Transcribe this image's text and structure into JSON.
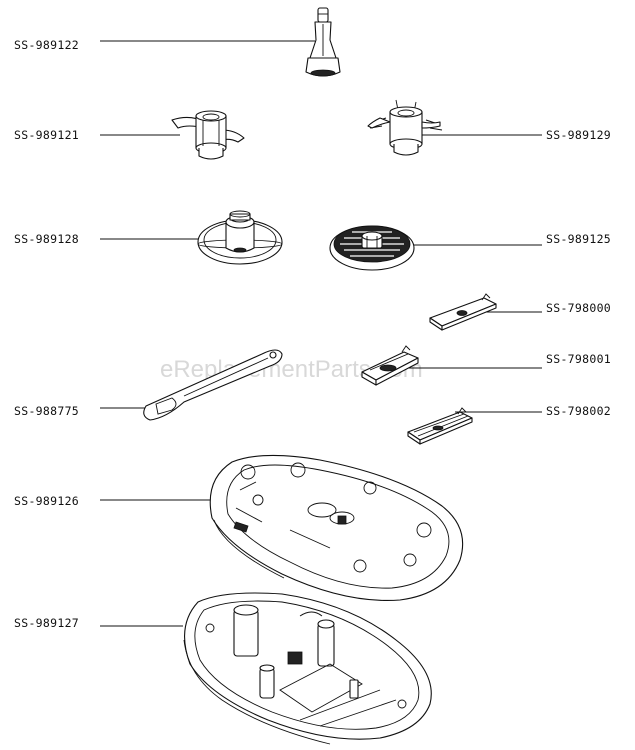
{
  "watermark": "eReplacementParts.com",
  "parts": [
    {
      "id": "p1",
      "label": "SS-989122"
    },
    {
      "id": "p2",
      "label": "SS-989121"
    },
    {
      "id": "p3",
      "label": "SS-989129"
    },
    {
      "id": "p4",
      "label": "SS-989128"
    },
    {
      "id": "p5",
      "label": "SS-989125"
    },
    {
      "id": "p6",
      "label": "SS-798000"
    },
    {
      "id": "p7",
      "label": "SS-798001"
    },
    {
      "id": "p8",
      "label": "SS-988775"
    },
    {
      "id": "p9",
      "label": "SS-798002"
    },
    {
      "id": "p10",
      "label": "SS-989126"
    },
    {
      "id": "p11",
      "label": "SS-989127"
    }
  ]
}
